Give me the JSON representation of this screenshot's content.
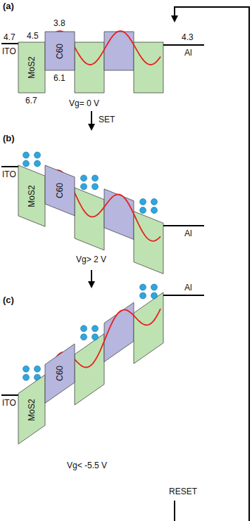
{
  "diagram": {
    "nodes": [
      {
        "text": [
          "MoS2"
        ]
      },
      {
        "text": [
          "C60"
        ]
      },
      {
        "text": [
          "MoS2"
        ]
      },
      {
        "text": [
          "C60"
        ]
      },
      {
        "text": [
          "MoS2"
        ]
      },
      {
        "text": [
          "C60"
        ]
      }
    ],
    "labels": [
      "(a)",
      "4.7",
      "ITO",
      "4.5",
      "3.8",
      "6.1",
      "6.7",
      "4.3",
      "Al",
      "Vg= 0 V",
      "SET",
      "(b)",
      "ITO",
      "Al",
      "Vg> 2 V",
      "(c)",
      "Al",
      "ITO",
      "Vg< -5.5 V",
      "RESET"
    ]
  }
}
